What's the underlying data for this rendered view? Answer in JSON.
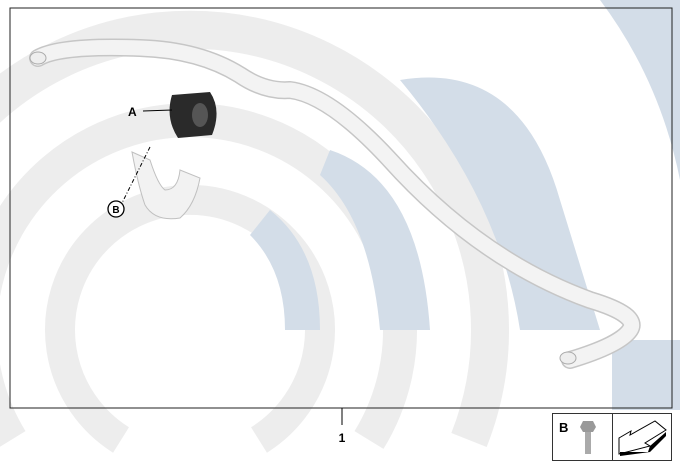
{
  "diagram": {
    "part_number_label": "1",
    "callouts": {
      "a": "A",
      "b": "B"
    },
    "legend": {
      "bolt_label": "B"
    },
    "colors": {
      "watermark_grey": "#ececec",
      "watermark_blue": "#d3dde8",
      "part": "#f2f2f2",
      "outline": "#c8c8c8"
    }
  }
}
